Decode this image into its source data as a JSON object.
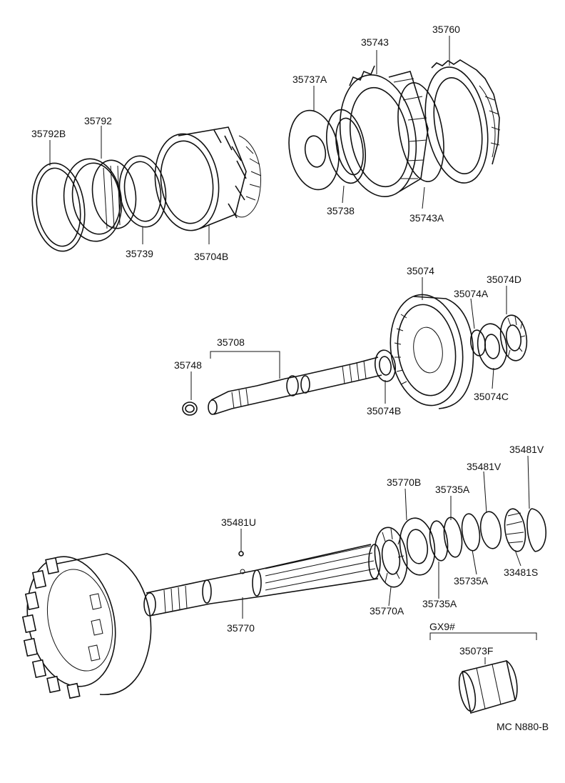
{
  "labels": {
    "l35792B": "35792B",
    "l35792": "35792",
    "l35739": "35739",
    "l35704B": "35704B",
    "l35737A": "35737A",
    "l35743": "35743",
    "l35760": "35760",
    "l35738": "35738",
    "l35743A": "35743A",
    "l35074": "35074",
    "l35074D": "35074D",
    "l35074A": "35074A",
    "l35074C": "35074C",
    "l35074B": "35074B",
    "l35708": "35708",
    "l35748": "35748",
    "l35481V_top": "35481V",
    "l35481V_mid": "35481V",
    "l35770B": "35770B",
    "l35735A_top": "35735A",
    "l35481U": "35481U",
    "l33481S": "33481S",
    "l35735A_mid": "35735A",
    "l35735A_low": "35735A",
    "l35770A": "35770A",
    "l35770": "35770",
    "lGX9": "GX9#",
    "l35073F": "35073F",
    "code": "MC N880-B"
  }
}
